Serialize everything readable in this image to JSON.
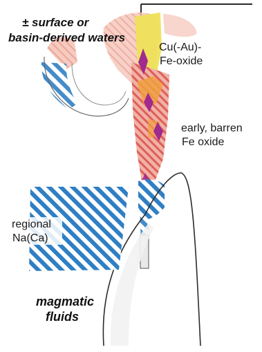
{
  "labels": {
    "surface_line1": "± surface or",
    "surface_line2": "basin-derived waters",
    "cu_line1": "Cu(-Au)-",
    "cu_line2": "Fe-oxide",
    "early_line1": "early, barren",
    "early_line2": "Fe oxide",
    "regional_line1": "regional",
    "regional_line2": "Na(Ca)",
    "magmatic_line1": "magmatic",
    "magmatic_line2": "fluids"
  },
  "colors": {
    "background": "#ffffff",
    "outline": "#2b2b2b",
    "blue_hatch": "#2f7fc4",
    "pink_wash": "#f3b6a8",
    "red_wash": "#e2504a",
    "yellow": "#eee25a",
    "purple": "#a02a8e",
    "orange": "#f0a040"
  }
}
